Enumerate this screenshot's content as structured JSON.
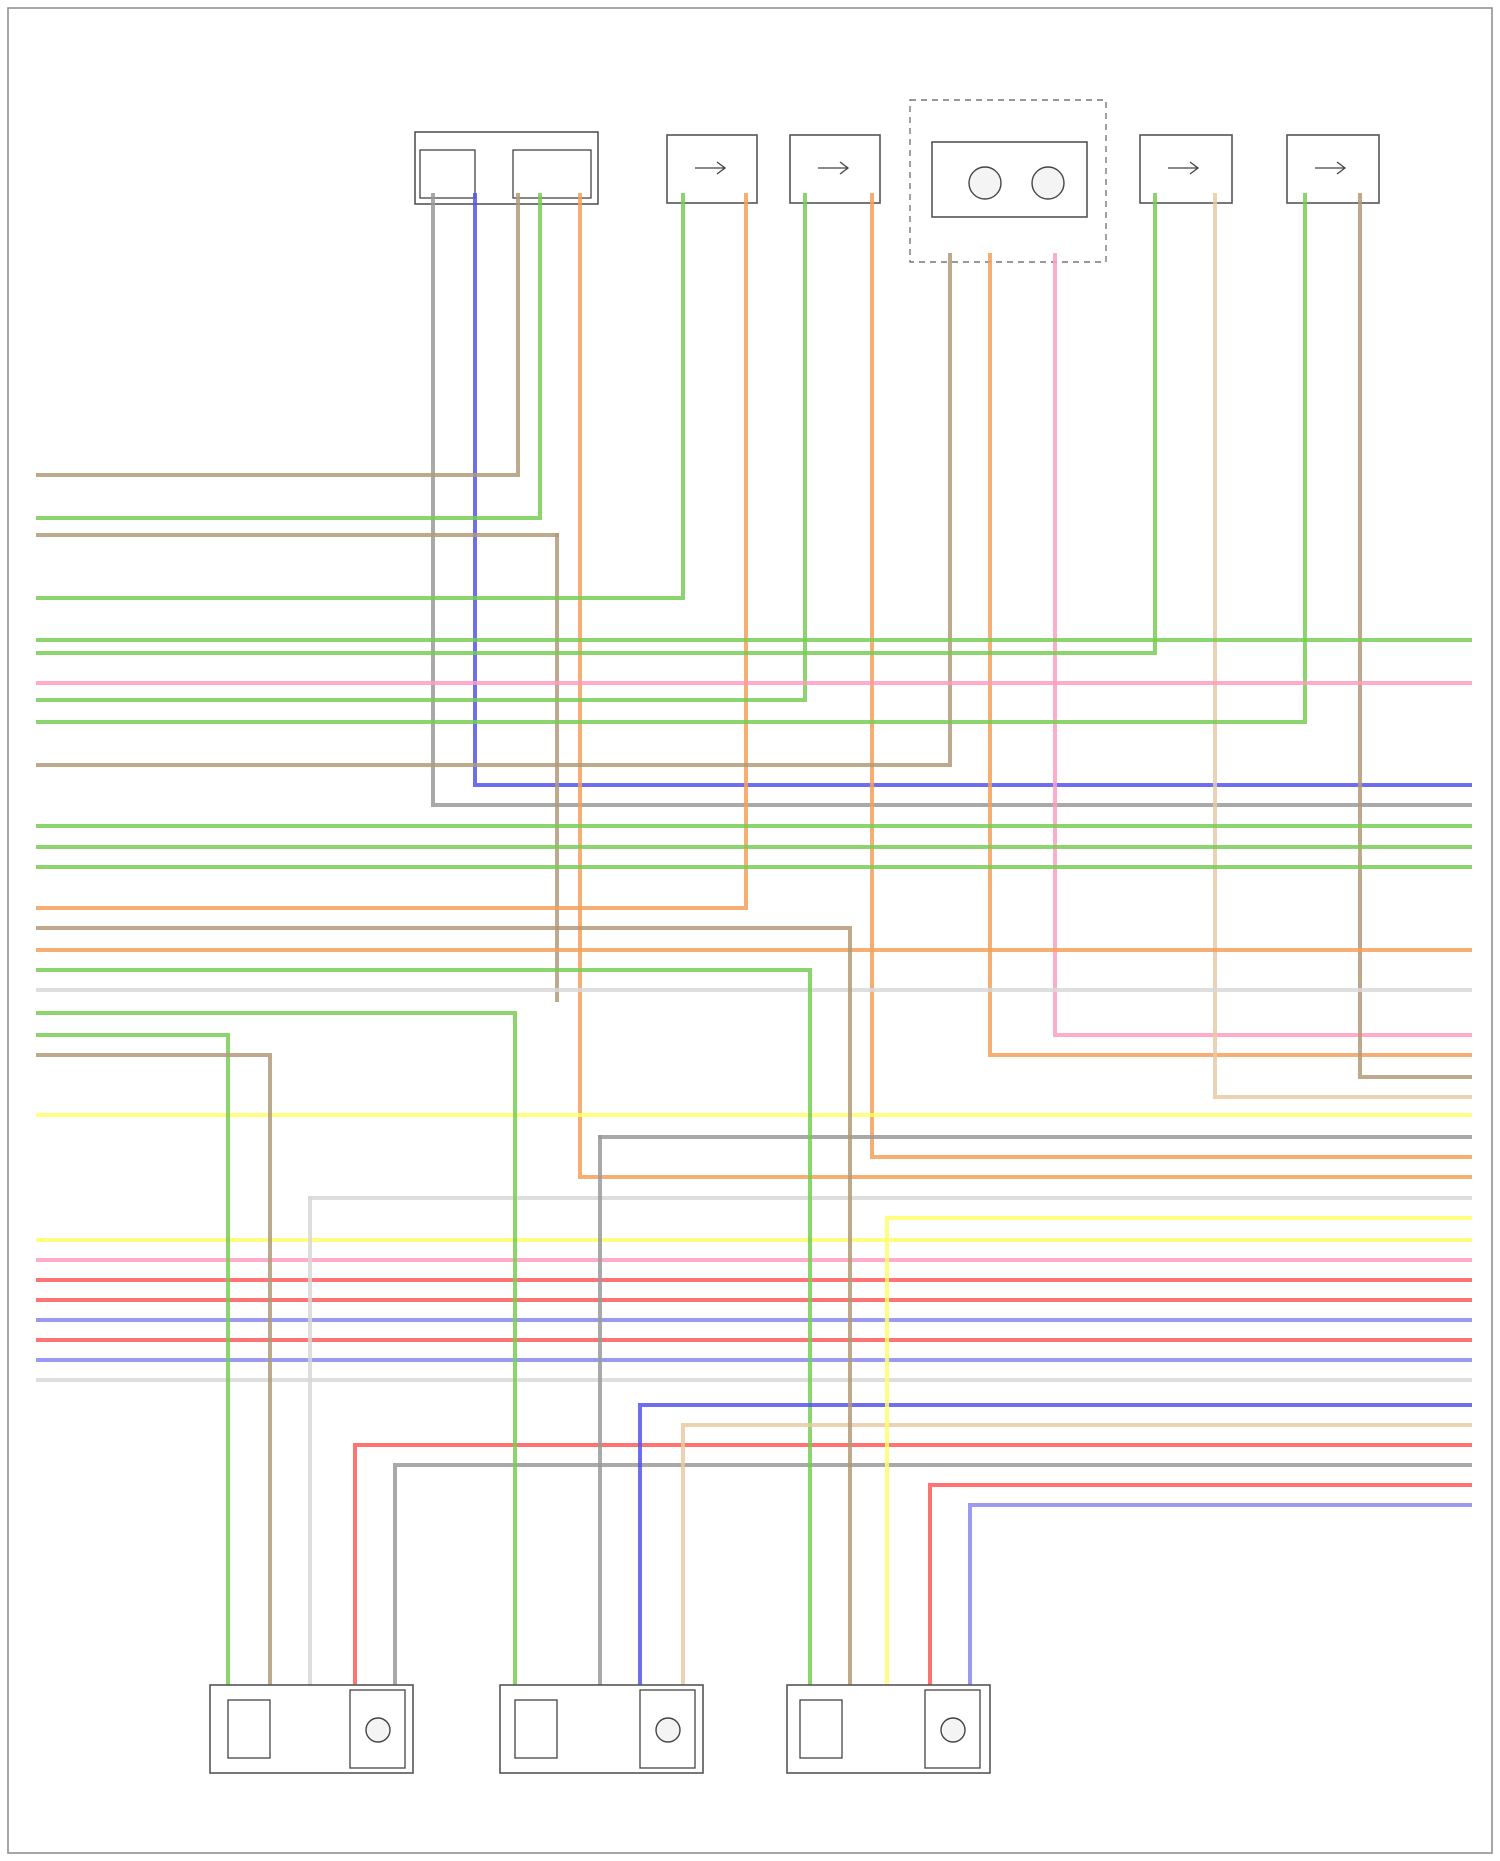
{
  "diagram": {
    "title": "",
    "footer_id": "",
    "wire_colors": {
      "gray": "#9a9a9a",
      "blue": "#5555ee",
      "green": "#77cc55",
      "orange": "#f5a05a",
      "brown": "#b39a78",
      "pink": "#ff9cc0",
      "yellow": "#ffff66",
      "red": "#ff5a5a",
      "violet": "#8888ee",
      "tan": "#e9c9a4",
      "lightgray": "#d8d8d8"
    },
    "top_components": [
      {
        "id": "c1",
        "label": ""
      },
      {
        "id": "c2",
        "label": ""
      },
      {
        "id": "c3",
        "label": ""
      },
      {
        "id": "c4",
        "label": ""
      },
      {
        "id": "c5",
        "label": ""
      },
      {
        "id": "c6",
        "label": ""
      }
    ],
    "bottom_components": [
      {
        "id": "b1",
        "label": ""
      },
      {
        "id": "b2",
        "label": ""
      },
      {
        "id": "b3",
        "label": ""
      }
    ]
  }
}
